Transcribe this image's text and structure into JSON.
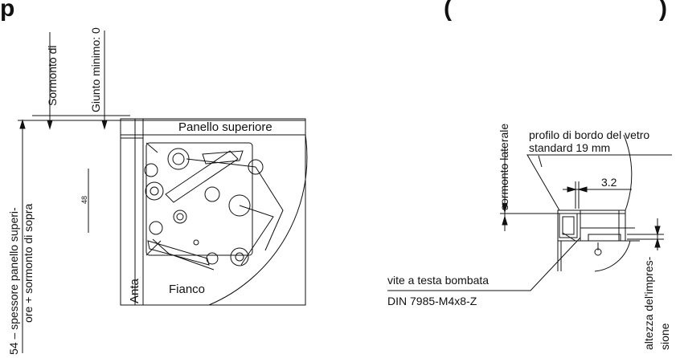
{
  "header": {
    "cut_left": "p",
    "cut_right": "(",
    "cut_far_right": ")"
  },
  "left_view": {
    "dim_overlap_top": "Sormonto di",
    "dim_min_gap": "Giunto minimo: 0",
    "dim_left_line1": "54 – spessore panello superi-",
    "dim_left_line2": "ore + sormonto di sopra",
    "dim_48": "48",
    "label_top_panel": "Panello superiore",
    "label_door": "Anta",
    "label_side": "Fianco"
  },
  "right_view": {
    "dim_side_overlap": "sormonto laterale",
    "edge_profile_line1": "profilo di bordo del vetro",
    "edge_profile_line2": "standard 19  mm",
    "dim_3_2": "3.2",
    "screw_line1": "vite a testa bombata",
    "screw_line2": "DIN 7985-M4x8-Z",
    "impression_line1": "altezza del'impres-",
    "impression_line2": "sione"
  }
}
